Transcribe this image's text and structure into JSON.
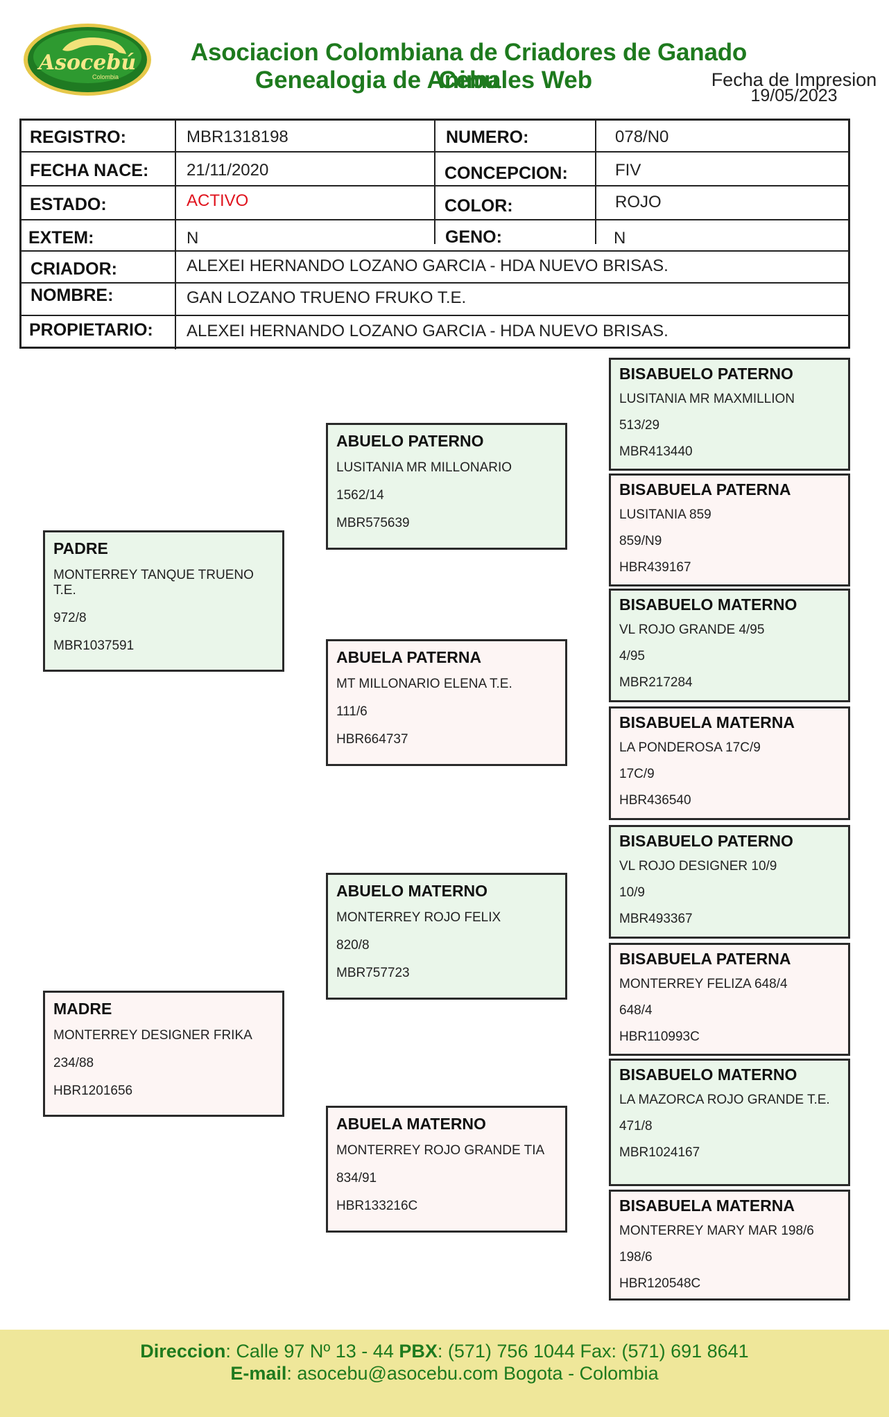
{
  "header": {
    "org_name": "Asociacion Colombiana de Criadores de Ganado Cebu",
    "app_name": "Genealogia de Animales Web",
    "print_label": "Fecha de Impresion",
    "print_date": "19/05/2023",
    "logo_text": "Asocebú",
    "logo_subtext": "Colombia"
  },
  "record": {
    "registro_label": "REGISTRO:",
    "registro": "MBR1318198",
    "numero_label": "NUMERO:",
    "numero": "078/N0",
    "fecha_nace_label": "FECHA NACE:",
    "fecha_nace": "21/11/2020",
    "concepcion_label": "CONCEPCION:",
    "concepcion": "FIV",
    "estado_label": "ESTADO:",
    "estado": "ACTIVO",
    "color_label": "COLOR:",
    "color": "ROJO",
    "extem_label": "EXTEM:",
    "extem": "N",
    "geno_label": "GENO:",
    "geno": "N",
    "criador_label": "CRIADOR:",
    "criador": "ALEXEI  HERNANDO  LOZANO  GARCIA - HDA NUEVO BRISAS.",
    "nombre_label": "NOMBRE:",
    "nombre": "GAN LOZANO TRUENO FRUKO T.E.",
    "propietario_label": "PROPIETARIO:",
    "propietario": "ALEXEI  HERNANDO  LOZANO  GARCIA - HDA NUEVO BRISAS."
  },
  "pedigree": {
    "padre": {
      "title": "PADRE",
      "name": "MONTERREY TANQUE TRUENO T.E.",
      "number": "972/8",
      "reg": "MBR1037591"
    },
    "madre": {
      "title": "MADRE",
      "name": "MONTERREY DESIGNER FRIKA",
      "number": "234/88",
      "reg": "HBR1201656"
    },
    "grandparents": [
      {
        "title": "ABUELO PATERNO",
        "name": "LUSITANIA MR MILLONARIO",
        "number": "1562/14",
        "reg": "MBR575639"
      },
      {
        "title": "ABUELA PATERNA",
        "name": "MT MILLONARIO ELENA T.E.",
        "number": "111/6",
        "reg": "HBR664737"
      },
      {
        "title": "ABUELO MATERNO",
        "name": "MONTERREY ROJO FELIX",
        "number": "820/8",
        "reg": "MBR757723"
      },
      {
        "title": "ABUELA MATERNO",
        "name": "MONTERREY ROJO GRANDE TIA",
        "number": "834/91",
        "reg": "HBR133216C"
      }
    ],
    "great_grandparents": [
      {
        "title": "BISABUELO PATERNO",
        "name": "LUSITANIA MR MAXMILLION",
        "number": "513/29",
        "reg": "MBR413440"
      },
      {
        "title": "BISABUELA PATERNA",
        "name": "LUSITANIA 859",
        "number": "859/N9",
        "reg": "HBR439167"
      },
      {
        "title": "BISABUELO MATERNO",
        "name": "VL ROJO GRANDE 4/95",
        "number": "4/95",
        "reg": "MBR217284"
      },
      {
        "title": "BISABUELA MATERNA",
        "name": "LA PONDEROSA 17C/9",
        "number": "17C/9",
        "reg": "HBR436540"
      },
      {
        "title": "BISABUELO PATERNO",
        "name": "VL ROJO DESIGNER 10/9",
        "number": "10/9",
        "reg": "MBR493367"
      },
      {
        "title": "BISABUELA PATERNA",
        "name": "MONTERREY FELIZA 648/4",
        "number": "648/4",
        "reg": "HBR110993C"
      },
      {
        "title": "BISABUELO MATERNO",
        "name": "LA MAZORCA ROJO GRANDE T.E.",
        "number": "471/8",
        "reg": "MBR1024167"
      },
      {
        "title": "BISABUELA MATERNA",
        "name": "MONTERREY MARY MAR 198/6",
        "number": "198/6",
        "reg": "HBR120548C"
      }
    ]
  },
  "footer": {
    "direccion_label": "Direccion",
    "direccion": ": Calle 97 Nº 13 - 44 ",
    "pbx_label": "PBX",
    "pbx": ": (571) 756 1044 Fax: (571) 691 8641",
    "email_label": "E-mail",
    "email": ": asocebu@asocebu.com Bogota - Colombia"
  },
  "colors": {
    "brand_green": "#1e7a1e",
    "status_red": "#e0141e",
    "box_green": "#eaf6ea",
    "box_pink": "#fdf5f4",
    "footer_bg": "#efe79a"
  }
}
